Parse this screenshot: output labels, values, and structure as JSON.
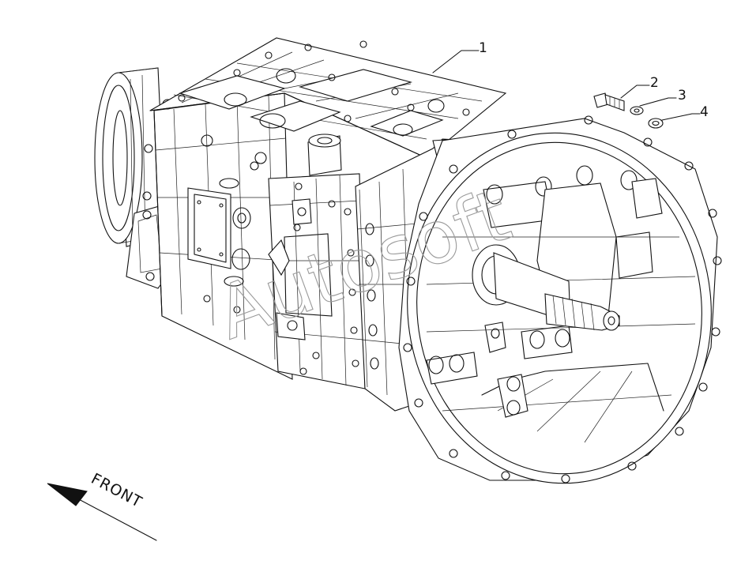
{
  "callouts": [
    {
      "id": "1",
      "label": "1"
    },
    {
      "id": "2",
      "label": "2"
    },
    {
      "id": "3",
      "label": "3"
    },
    {
      "id": "4",
      "label": "4"
    }
  ],
  "direction_label": "FRONT",
  "watermark": "Autosoft"
}
